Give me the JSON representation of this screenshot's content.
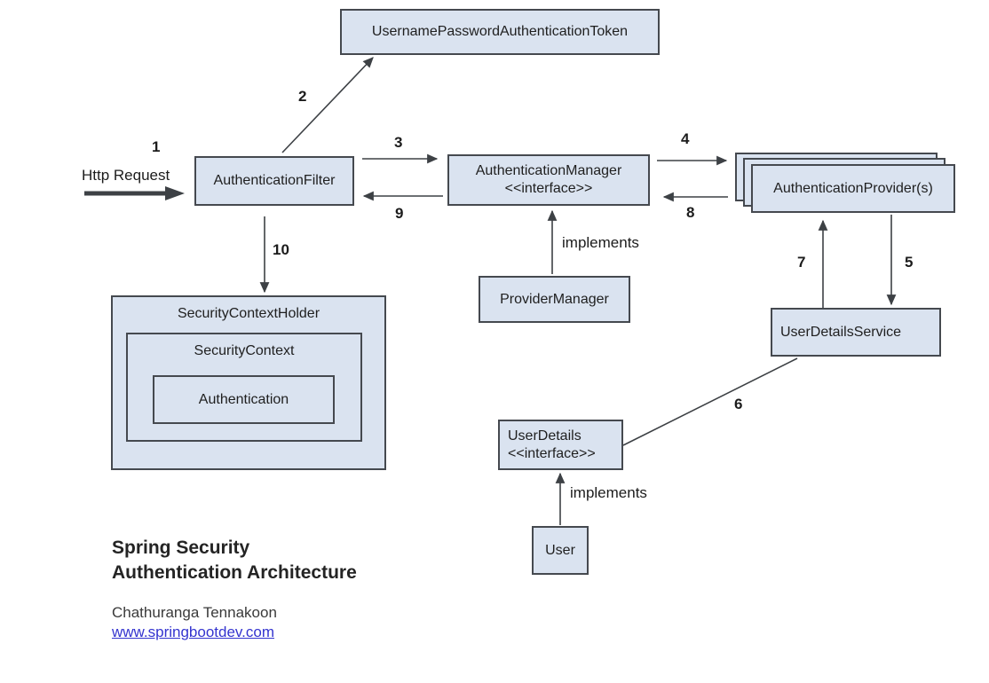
{
  "diagram": {
    "nodes": {
      "token": {
        "label": "UsernamePasswordAuthenticationToken"
      },
      "filter": {
        "label": "AuthenticationFilter"
      },
      "manager": {
        "line1": "AuthenticationManager",
        "line2": "<<interface>>"
      },
      "providers": {
        "label": "AuthenticationProvider(s)"
      },
      "provider_manager": {
        "label": "ProviderManager"
      },
      "user_details_service": {
        "label": "UserDetailsService"
      },
      "user_details": {
        "line1": "UserDetails",
        "line2": "<<interface>>"
      },
      "user": {
        "label": "User"
      },
      "security_context_holder": {
        "label": "SecurityContextHolder"
      },
      "security_context": {
        "label": "SecurityContext"
      },
      "authentication": {
        "label": "Authentication"
      }
    },
    "labels": {
      "http_request": "Http Request",
      "implements_provider_manager": "implements",
      "implements_user": "implements"
    },
    "steps": {
      "s1": "1",
      "s2": "2",
      "s3": "3",
      "s4": "4",
      "s5": "5",
      "s6": "6",
      "s7": "7",
      "s8": "8",
      "s9": "9",
      "s10": "10"
    },
    "footer": {
      "title_line1": "Spring Security",
      "title_line2": "Authentication Architecture",
      "author": "Chathuranga Tennakoon",
      "website": "www.springbootdev.com"
    },
    "colors": {
      "node_fill": "#dae3f0",
      "node_border": "#45494f",
      "line": "#3d4145",
      "link": "#3434cf"
    }
  }
}
